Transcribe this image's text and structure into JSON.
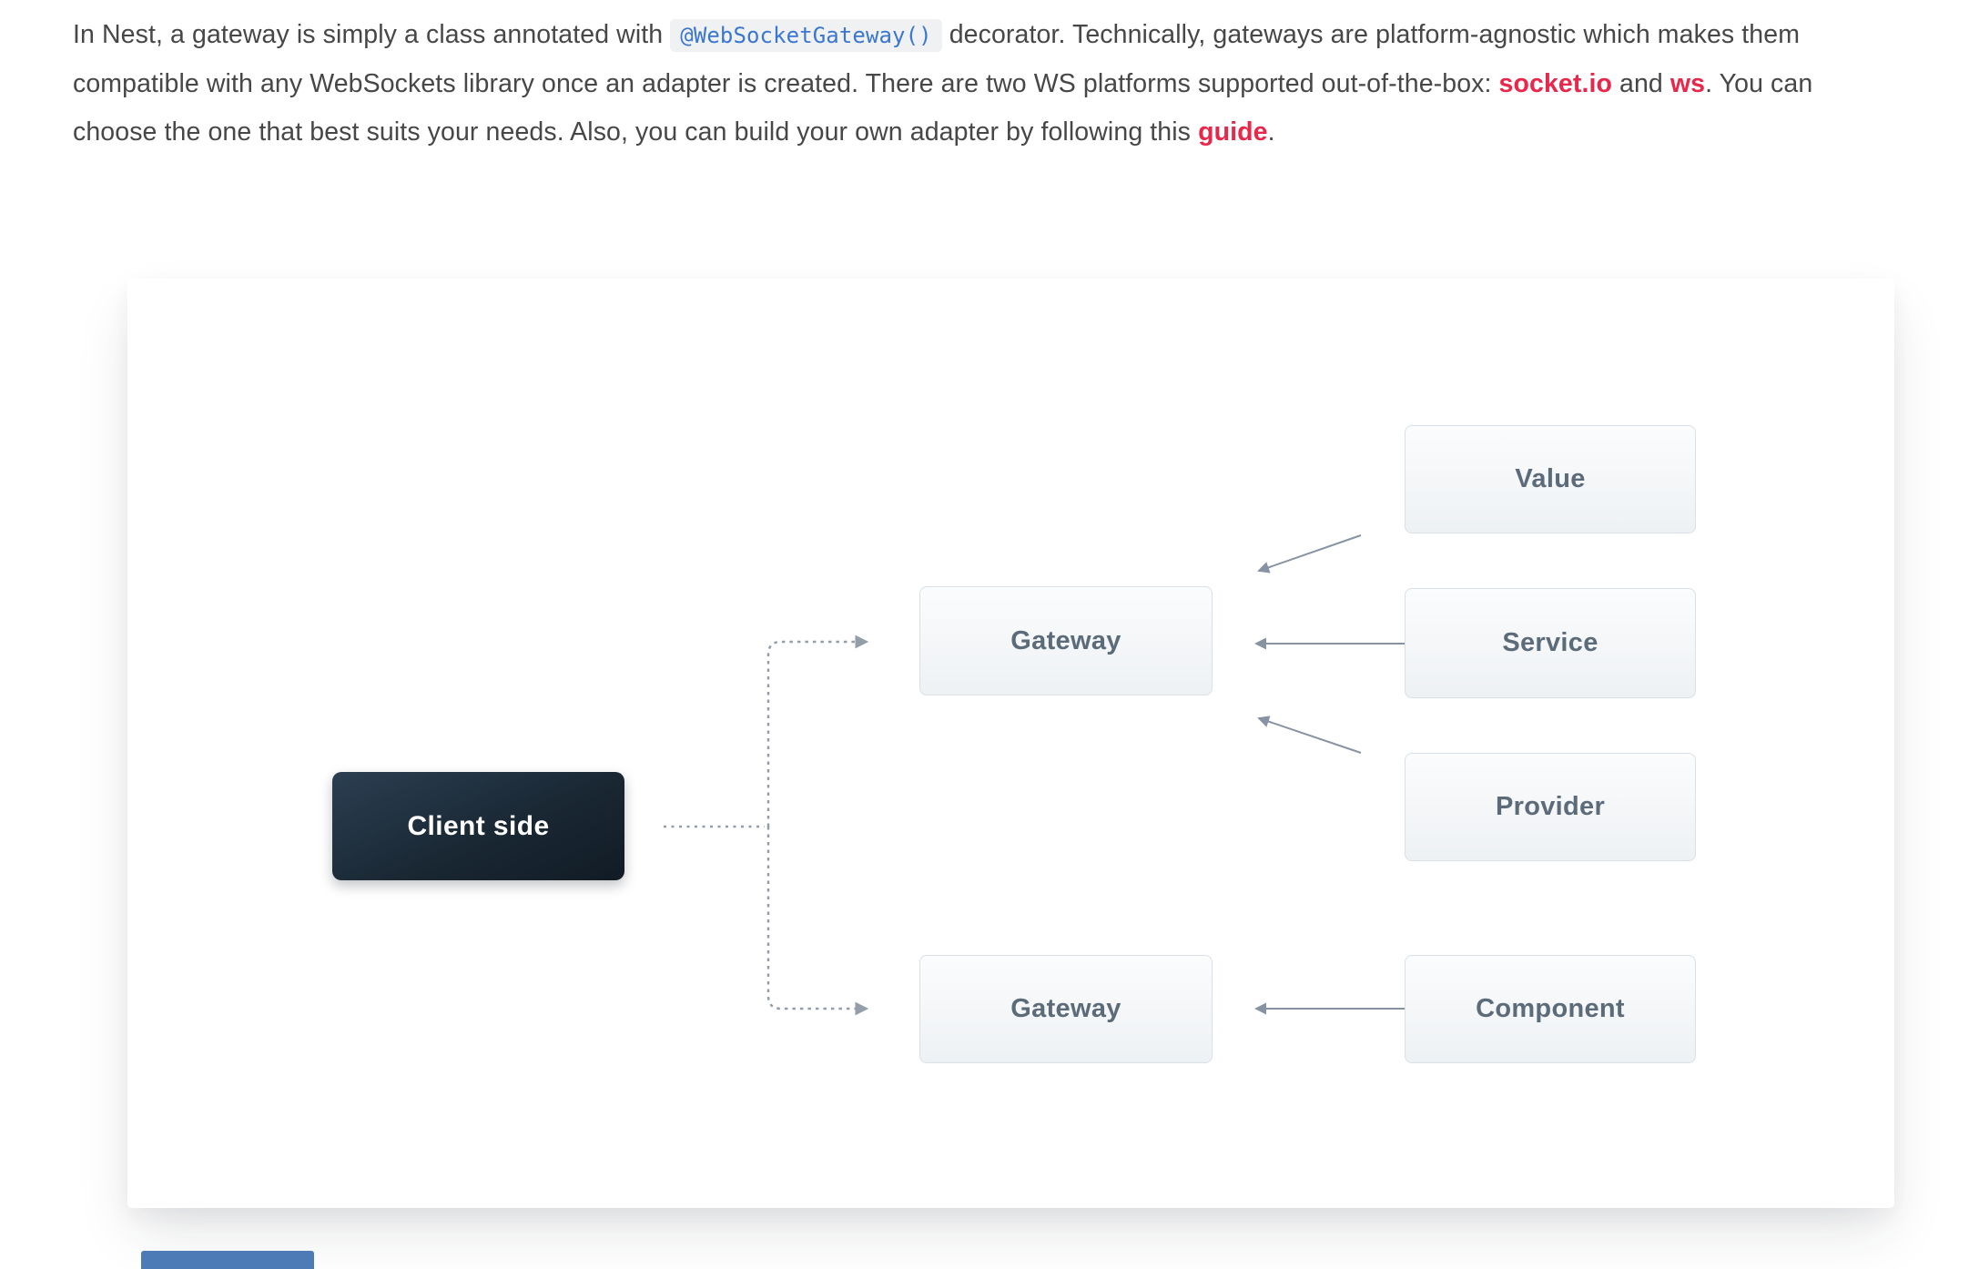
{
  "paragraph": {
    "segments": [
      {
        "text": "In Nest, a gateway is simply a class annotated with "
      },
      {
        "text": "@WebSocketGateway()"
      },
      {
        "text": " decorator. Technically, gateways are platform-agnostic which makes them compatible with any WebSockets library once an adapter is created. There are two WS platforms supported out-of-the-box: "
      },
      {
        "text": "socket.io"
      },
      {
        "text": " and "
      },
      {
        "text": "ws"
      },
      {
        "text": ". You can choose the one that best suits your needs. Also, you can build your own adapter by following this "
      },
      {
        "text": "guide"
      },
      {
        "text": "."
      }
    ]
  },
  "diagram": {
    "nodes": {
      "client": {
        "label": "Client side"
      },
      "gateway1": {
        "label": "Gateway"
      },
      "gateway2": {
        "label": "Gateway"
      },
      "value": {
        "label": "Value"
      },
      "service": {
        "label": "Service"
      },
      "provider": {
        "label": "Provider"
      },
      "component": {
        "label": "Component"
      }
    }
  },
  "colors": {
    "link_red": "#e8274b",
    "code_blue": "#3b76d1",
    "code_bg": "#f0f1f2",
    "body_text": "#474747",
    "box_border": "#d9e0e6",
    "box_text": "#5c6b7a",
    "arrow_solid": "#8693a2",
    "arrow_dotted": "#939ea8",
    "client_box_dark": "#16222d"
  }
}
